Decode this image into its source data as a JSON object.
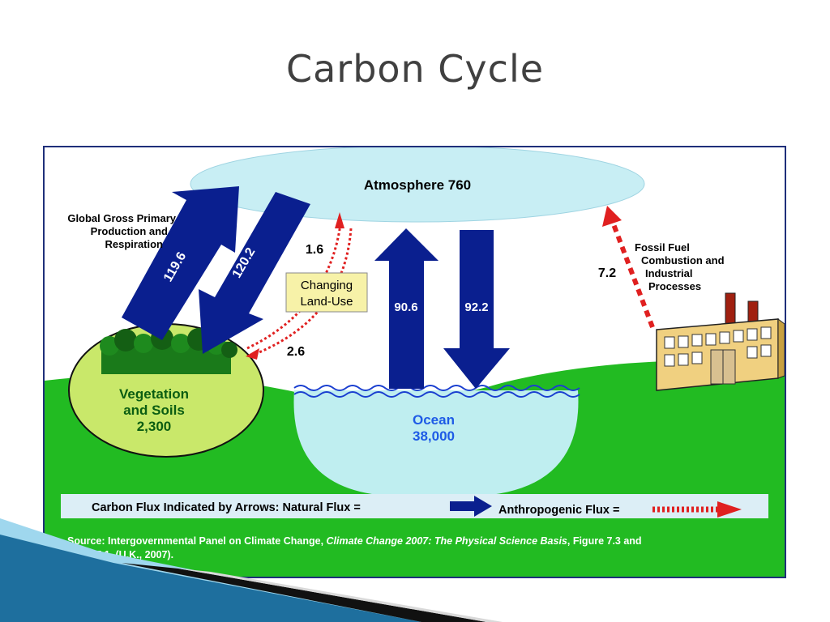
{
  "slide": {
    "title": "Carbon Cycle"
  },
  "reservoirs": {
    "atmosphere": "Atmosphere 760",
    "vegetation_line1": "Vegetation",
    "vegetation_line2": "and Soils",
    "vegetation_value": "2,300",
    "ocean_label": "Ocean",
    "ocean_value": "38,000"
  },
  "fluxes": {
    "gpp": "119.6",
    "respiration": "120.2",
    "land_use_up": "1.6",
    "land_use_down": "2.6",
    "ocean_up": "90.6",
    "ocean_down": "92.2",
    "fossil": "7.2"
  },
  "labels": {
    "gpp_line1": "Global Gross Primary",
    "gpp_line2": "Production and",
    "gpp_line3": "Respiration",
    "land_use_line1": "Changing",
    "land_use_line2": "Land-Use",
    "fossil_line1": "Fossil Fuel",
    "fossil_line2": "Combustion and",
    "fossil_line3": "Industrial",
    "fossil_line4": "Processes"
  },
  "legend": {
    "prefix": "Carbon Flux Indicated by Arrows:  Natural Flux =",
    "anthropogenic": "Anthropogenic Flux ="
  },
  "source": {
    "line1_a": "Source: Intergovernmental Panel on Climate Change, ",
    "line1_b": "Climate Change 2007: The Physical Science Basis",
    "line1_c": ", Figure 7.3 and",
    "line2": "Table 7.1, (U.K., 2007)."
  },
  "colors": {
    "sky": "#ffffff",
    "ground": "#22bb22",
    "atmosphere_fill": "#c8eef4",
    "ocean_fill": "#bfeef0",
    "natural_arrow": "#0a1f8f",
    "anthropogenic_arrow": "#e02020",
    "vegetation_fill": "#c9e86a",
    "vegetation_text": "#0b5d12",
    "ocean_text": "#1e5be6",
    "legend_bar": "#dceef6"
  }
}
